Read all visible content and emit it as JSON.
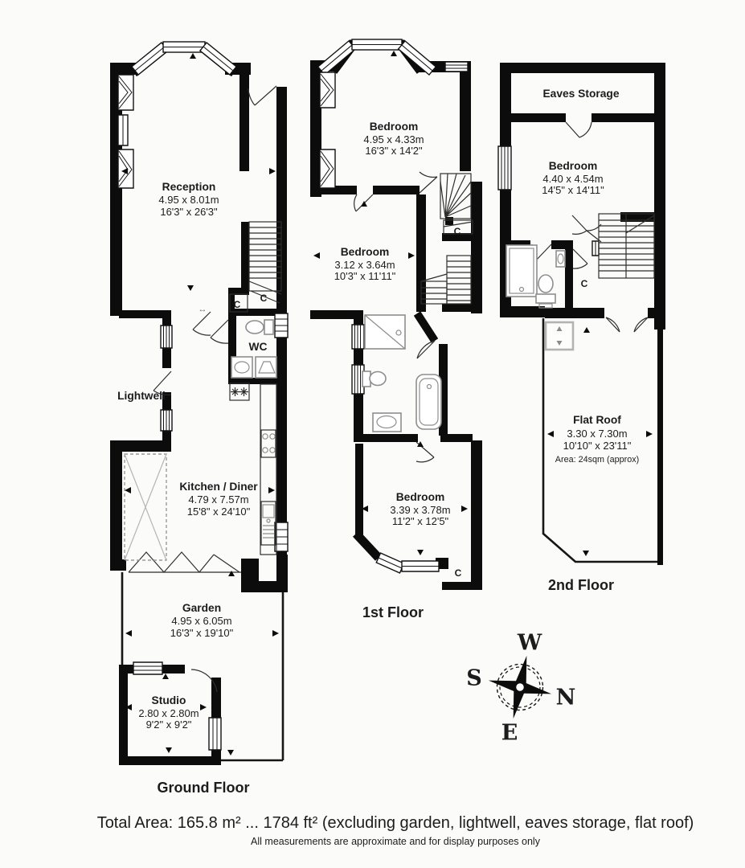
{
  "compass": {
    "n": "N",
    "e": "E",
    "s": "S",
    "w": "W"
  },
  "closet_label": "C",
  "floors": {
    "ground": {
      "label": "Ground Floor",
      "reception": {
        "name": "Reception",
        "metric": "4.95 x 8.01m",
        "imperial": "16'3\" x 26'3\""
      },
      "wc": {
        "name": "WC"
      },
      "lightwell": {
        "name": "Lightwell"
      },
      "kitchen": {
        "name": "Kitchen / Diner",
        "metric": "4.79 x 7.57m",
        "imperial": "15'8\" x 24'10\""
      },
      "garden": {
        "name": "Garden",
        "metric": "4.95 x 6.05m",
        "imperial": "16'3\" x 19'10\""
      },
      "studio": {
        "name": "Studio",
        "metric": "2.80 x 2.80m",
        "imperial": "9'2\" x 9'2\""
      }
    },
    "first": {
      "label": "1st Floor",
      "bedroom1": {
        "name": "Bedroom",
        "metric": "4.95 x 4.33m",
        "imperial": "16'3\" x 14'2\""
      },
      "bedroom2": {
        "name": "Bedroom",
        "metric": "3.12 x 3.64m",
        "imperial": "10'3\" x 11'11\""
      },
      "bedroom3": {
        "name": "Bedroom",
        "metric": "3.39 x 3.78m",
        "imperial": "11'2\" x 12'5\""
      }
    },
    "second": {
      "label": "2nd Floor",
      "eaves": {
        "name": "Eaves Storage"
      },
      "bedroom": {
        "name": "Bedroom",
        "metric": "4.40 x 4.54m",
        "imperial": "14'5\" x 14'11\""
      },
      "flat_roof": {
        "name": "Flat Roof",
        "metric": "3.30 x 7.30m",
        "imperial": "10'10\" x 23'11\"",
        "area_note": "Area: 24sqm (approx)"
      }
    }
  },
  "footer": {
    "total_area": "Total Area: 165.8 m² ... 1784 ft² (excluding garden, lightwell, eaves storage, flat roof)",
    "disclaimer": "All measurements are approximate and for display purposes only"
  }
}
